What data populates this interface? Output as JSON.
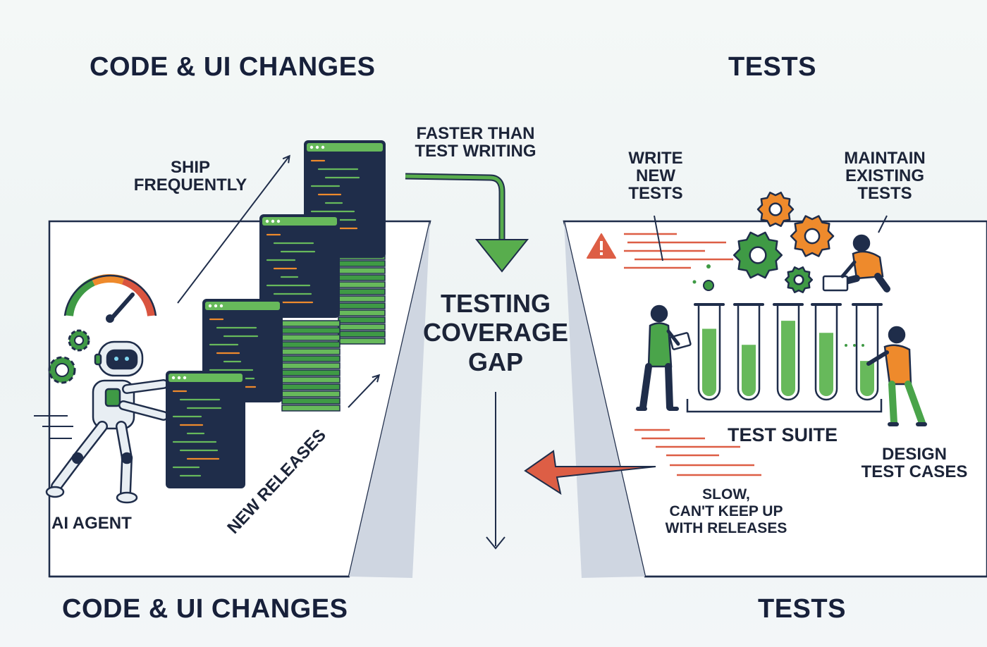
{
  "headings": {
    "top_left": "CODE & UI CHANGES",
    "top_right": "TESTS",
    "bottom_left": "CODE & UI CHANGES",
    "bottom_right": "TESTS"
  },
  "labels": {
    "ship_line1": "SHIP",
    "ship_line2": "FREQUENTLY",
    "faster_line1": "FASTER THAN",
    "faster_line2": "TEST WRITING",
    "gap_line1": "TESTING",
    "gap_line2": "COVERAGE",
    "gap_line3": "GAP",
    "write_line1": "WRITE",
    "write_line2": "NEW",
    "write_line3": "TESTS",
    "maintain_line1": "MAINTAIN",
    "maintain_line2": "EXISTING",
    "maintain_line3": "TESTS",
    "ai_agent": "AI AGENT",
    "new_releases": "NEW RELEASES",
    "test_suite": "TEST SUITE",
    "design_line1": "DESIGN",
    "design_line2": "TEST CASES",
    "slow_line1": "SLOW,",
    "slow_line2": "CAN'T KEEP UP",
    "slow_line3": "WITH RELEASES"
  },
  "colors": {
    "navy": "#1f2d4a",
    "green": "#3f9a45",
    "light_green": "#67b95b",
    "orange": "#ee8a2c",
    "red": "#d9543f",
    "white": "#ffffff"
  },
  "test_tube_fill_levels": [
    0.75,
    0.55,
    0.85,
    0.7,
    0.35
  ]
}
